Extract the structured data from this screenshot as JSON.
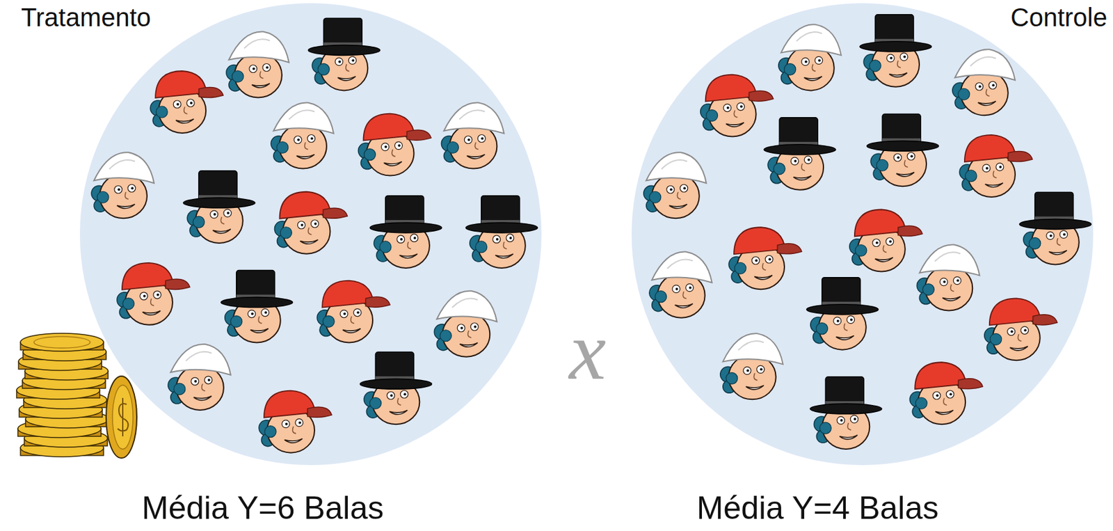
{
  "diagram": {
    "nodes": [
      {
        "text": [
          "Tratamento",
          "Média Y=6 Balas"
        ]
      },
      {
        "text": [
          "Controle",
          "Média Y=4 Balas"
        ]
      }
    ],
    "labels": [
      "x"
    ]
  }
}
